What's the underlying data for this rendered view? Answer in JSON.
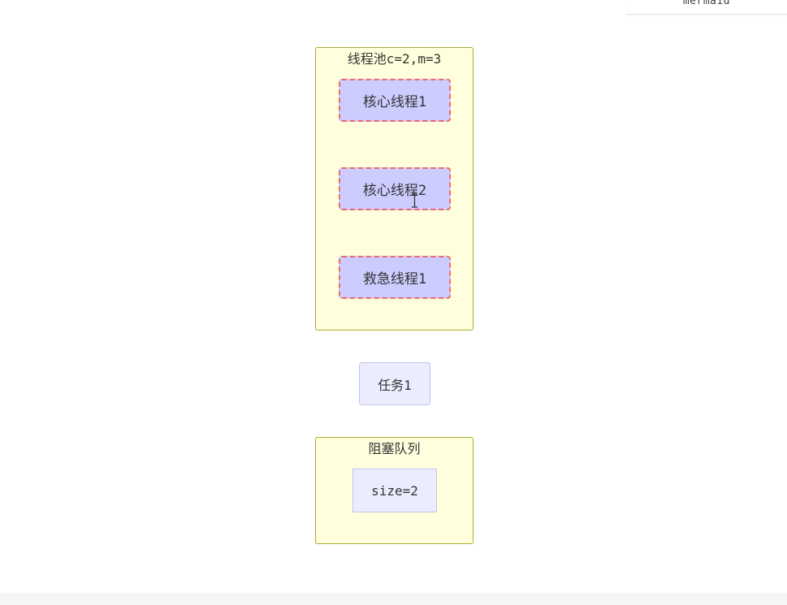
{
  "top_tab": {
    "label": "mermaid"
  },
  "diagram": {
    "thread_pool": {
      "title": "线程池c=2,m=3",
      "threads": [
        {
          "label": "核心线程1"
        },
        {
          "label": "核心线程2"
        },
        {
          "label": "救急线程1"
        }
      ]
    },
    "task": {
      "label": "任务1"
    },
    "blocking_queue": {
      "title": "阻塞队列",
      "size_label": "size=2"
    }
  },
  "colors": {
    "cluster_fill": "#ffffde",
    "cluster_border": "#aaaa33",
    "thread_fill": "#ccccff",
    "thread_border_dashed": "#f26660",
    "node_fill": "#ececff",
    "node_border": "#c3c3ee",
    "text": "#333333"
  },
  "icons": {
    "cursor": "text-cursor-icon"
  }
}
